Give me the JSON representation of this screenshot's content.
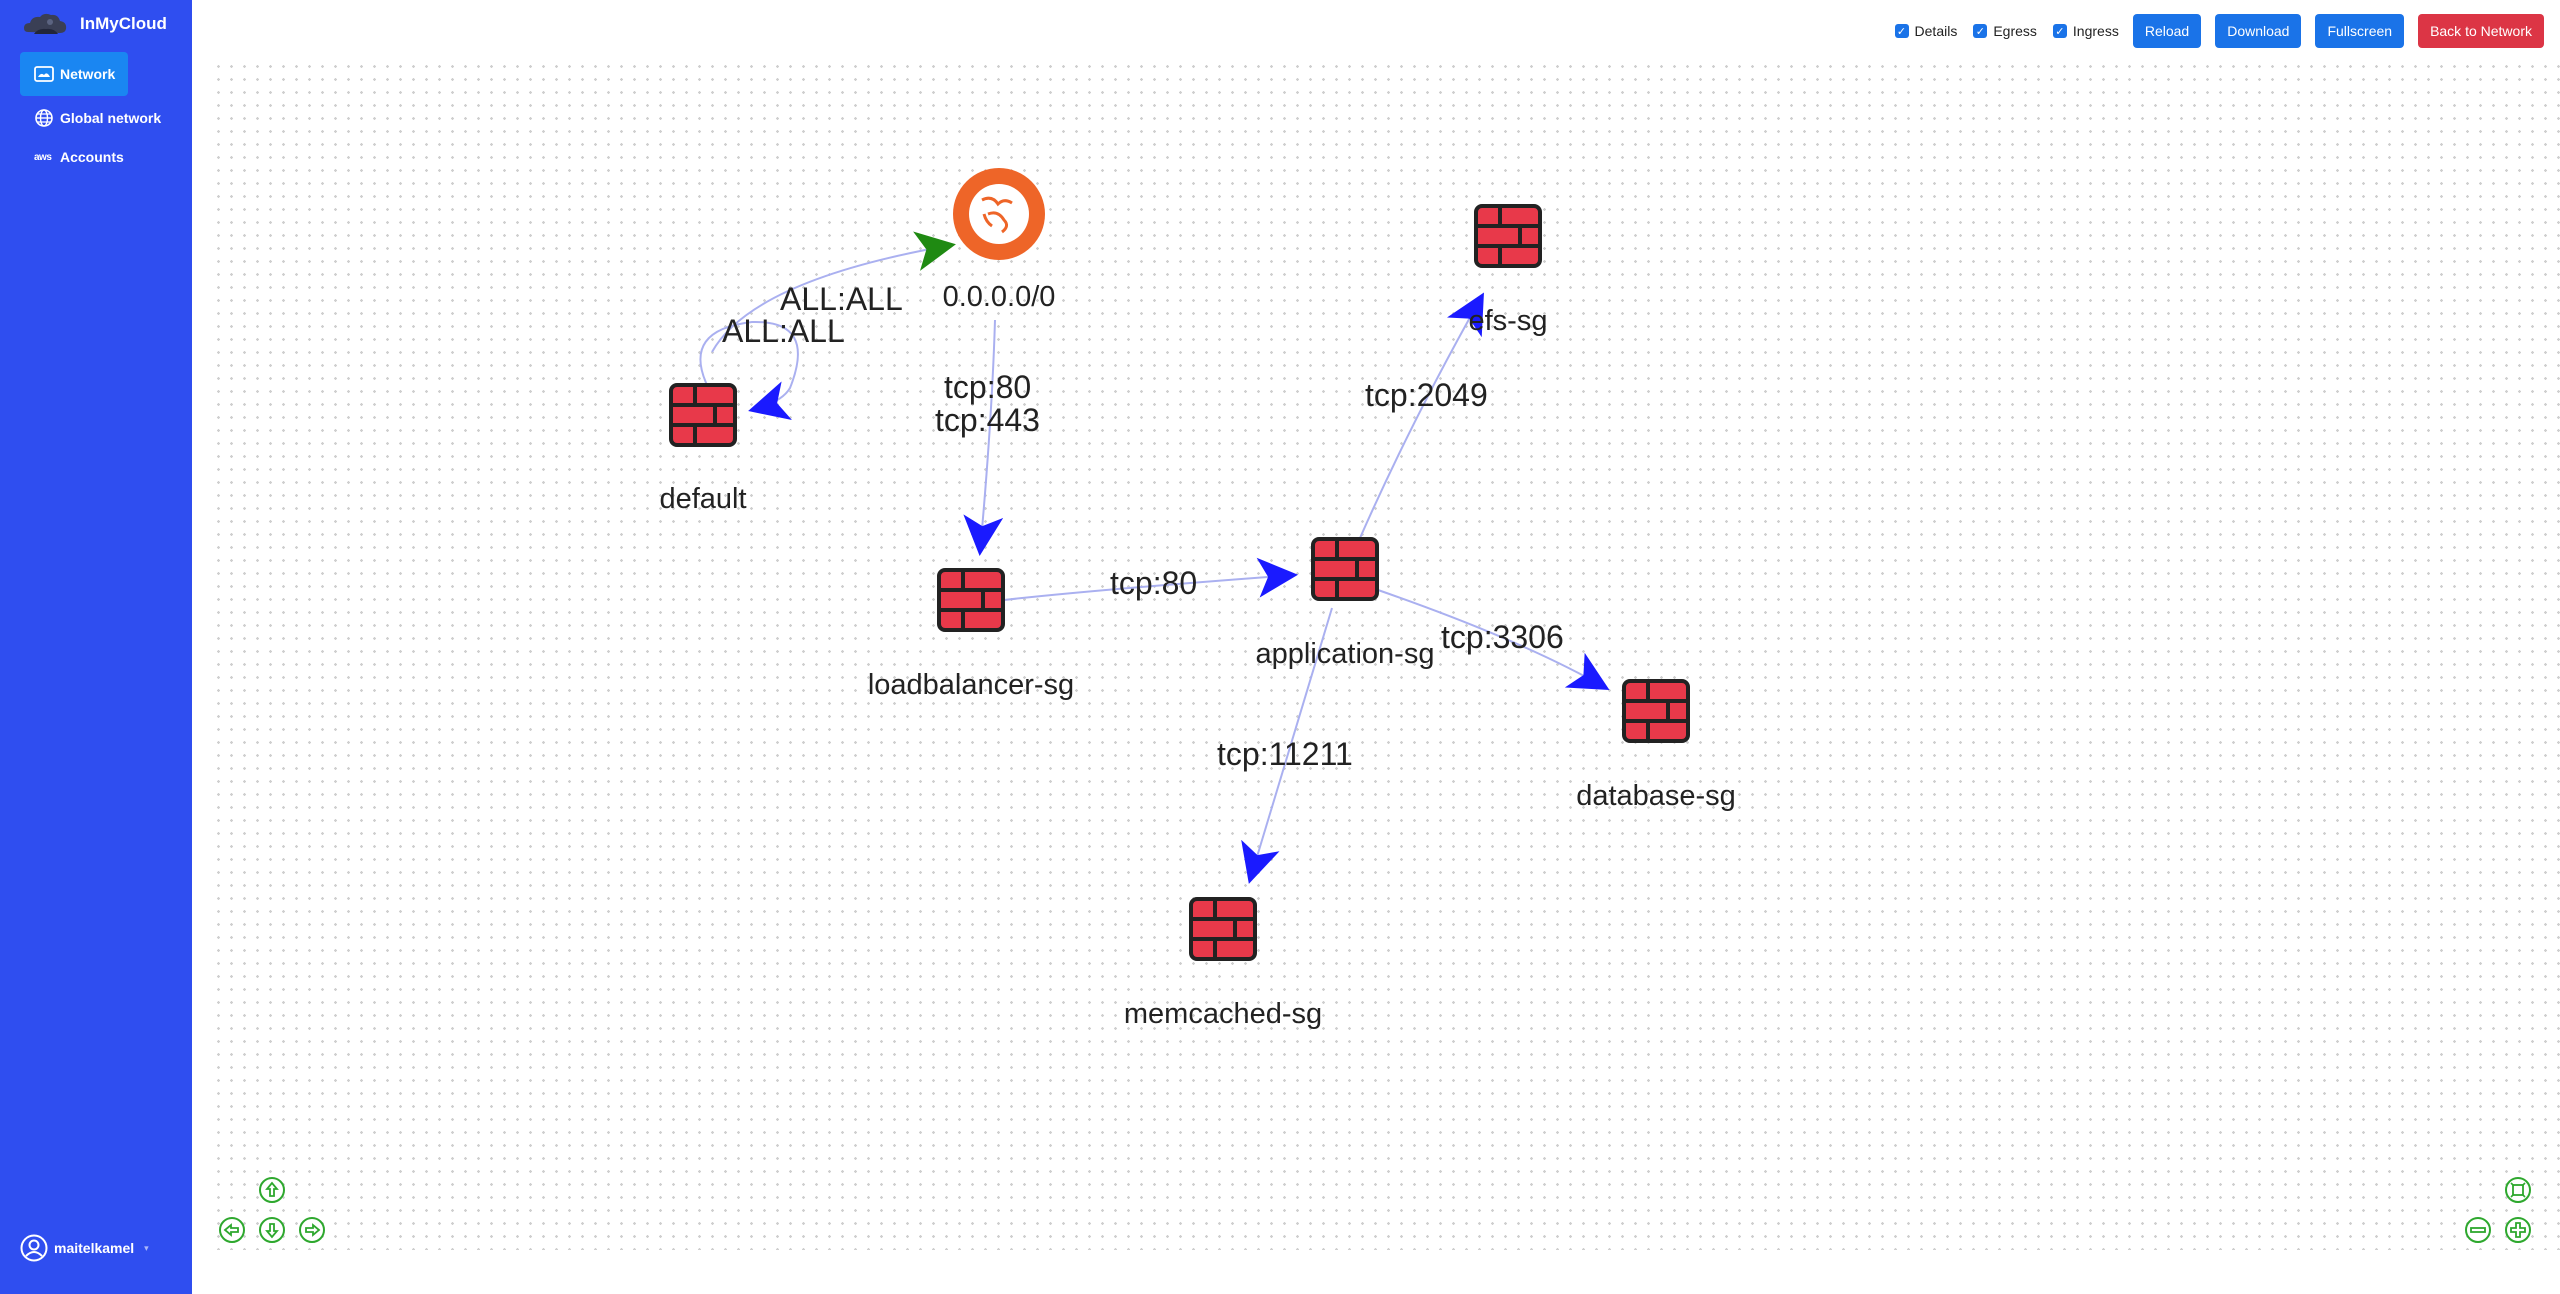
{
  "app": {
    "name": "InMyCloud"
  },
  "sidebar": {
    "items": [
      {
        "label": "Network",
        "icon": "network-icon",
        "active": true
      },
      {
        "label": "Global network",
        "icon": "globe-icon",
        "active": false
      },
      {
        "label": "Accounts",
        "icon": "aws-icon",
        "active": false
      }
    ],
    "aws_text": "aws"
  },
  "user": {
    "name": "maitelkamel"
  },
  "toolbar": {
    "checks": [
      {
        "label": "Details",
        "checked": true
      },
      {
        "label": "Egress",
        "checked": true
      },
      {
        "label": "Ingress",
        "checked": true
      }
    ],
    "reload_label": "Reload",
    "download_label": "Download",
    "fullscreen_label": "Fullscreen",
    "back_label": "Back to Network"
  },
  "graph": {
    "nodes": {
      "internet": {
        "label": "0.0.0.0/0",
        "icon": "internet-globe-icon"
      },
      "default": {
        "label": "default",
        "icon": "firewall-icon"
      },
      "loadbalancer": {
        "label": "loadbalancer-sg",
        "icon": "firewall-icon"
      },
      "application": {
        "label": "application-sg",
        "icon": "firewall-icon"
      },
      "efs": {
        "label": "efs-sg",
        "icon": "firewall-icon"
      },
      "database": {
        "label": "database-sg",
        "icon": "firewall-icon"
      },
      "memcached": {
        "label": "memcached-sg",
        "icon": "firewall-icon"
      }
    },
    "edges": {
      "default_to_internet": "ALL:ALL",
      "default_self": "ALL:ALL",
      "internet_to_lb_1": "tcp:80",
      "internet_to_lb_2": "tcp:443",
      "lb_to_app": "tcp:80",
      "app_to_efs": "tcp:2049",
      "app_to_db": "tcp:3306",
      "app_to_memcached": "tcp:11211"
    },
    "colors": {
      "egress_arrow": "#1f8a12",
      "ingress_arrow": "#1a1aff",
      "edge_line": "#aab0f0",
      "firewall_fill": "#e8394a",
      "internet_fill": "#ee6528"
    }
  },
  "controls": {
    "colors": {
      "stroke": "#2ea82e"
    }
  }
}
